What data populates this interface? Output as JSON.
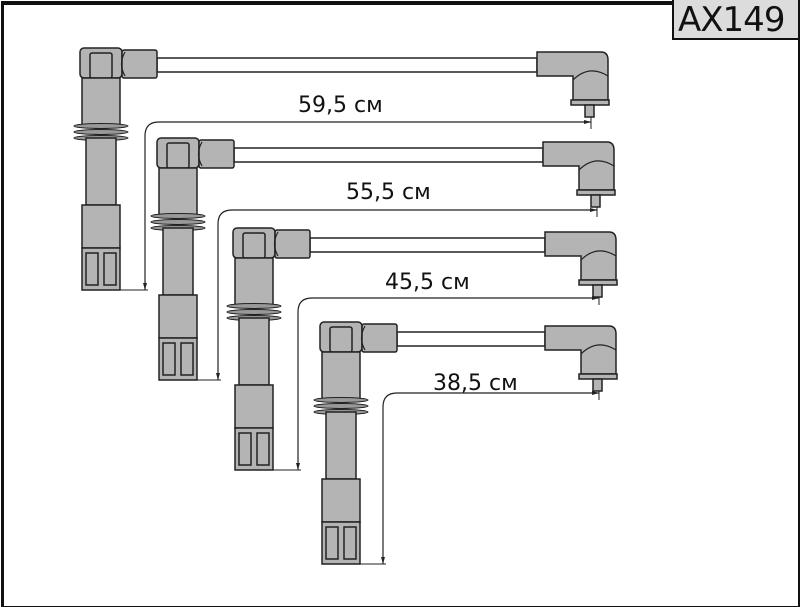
{
  "product_code": "AX149",
  "cables": [
    {
      "name": "cable-1",
      "length_label": "59,5 см"
    },
    {
      "name": "cable-2",
      "length_label": "55,5 см"
    },
    {
      "name": "cable-3",
      "length_label": "45,5 см"
    },
    {
      "name": "cable-4",
      "length_label": "38,5 см"
    }
  ],
  "colors": {
    "part_fill": "#b4b4b4",
    "outline": "#222222",
    "badge": "#dcdcdc"
  }
}
